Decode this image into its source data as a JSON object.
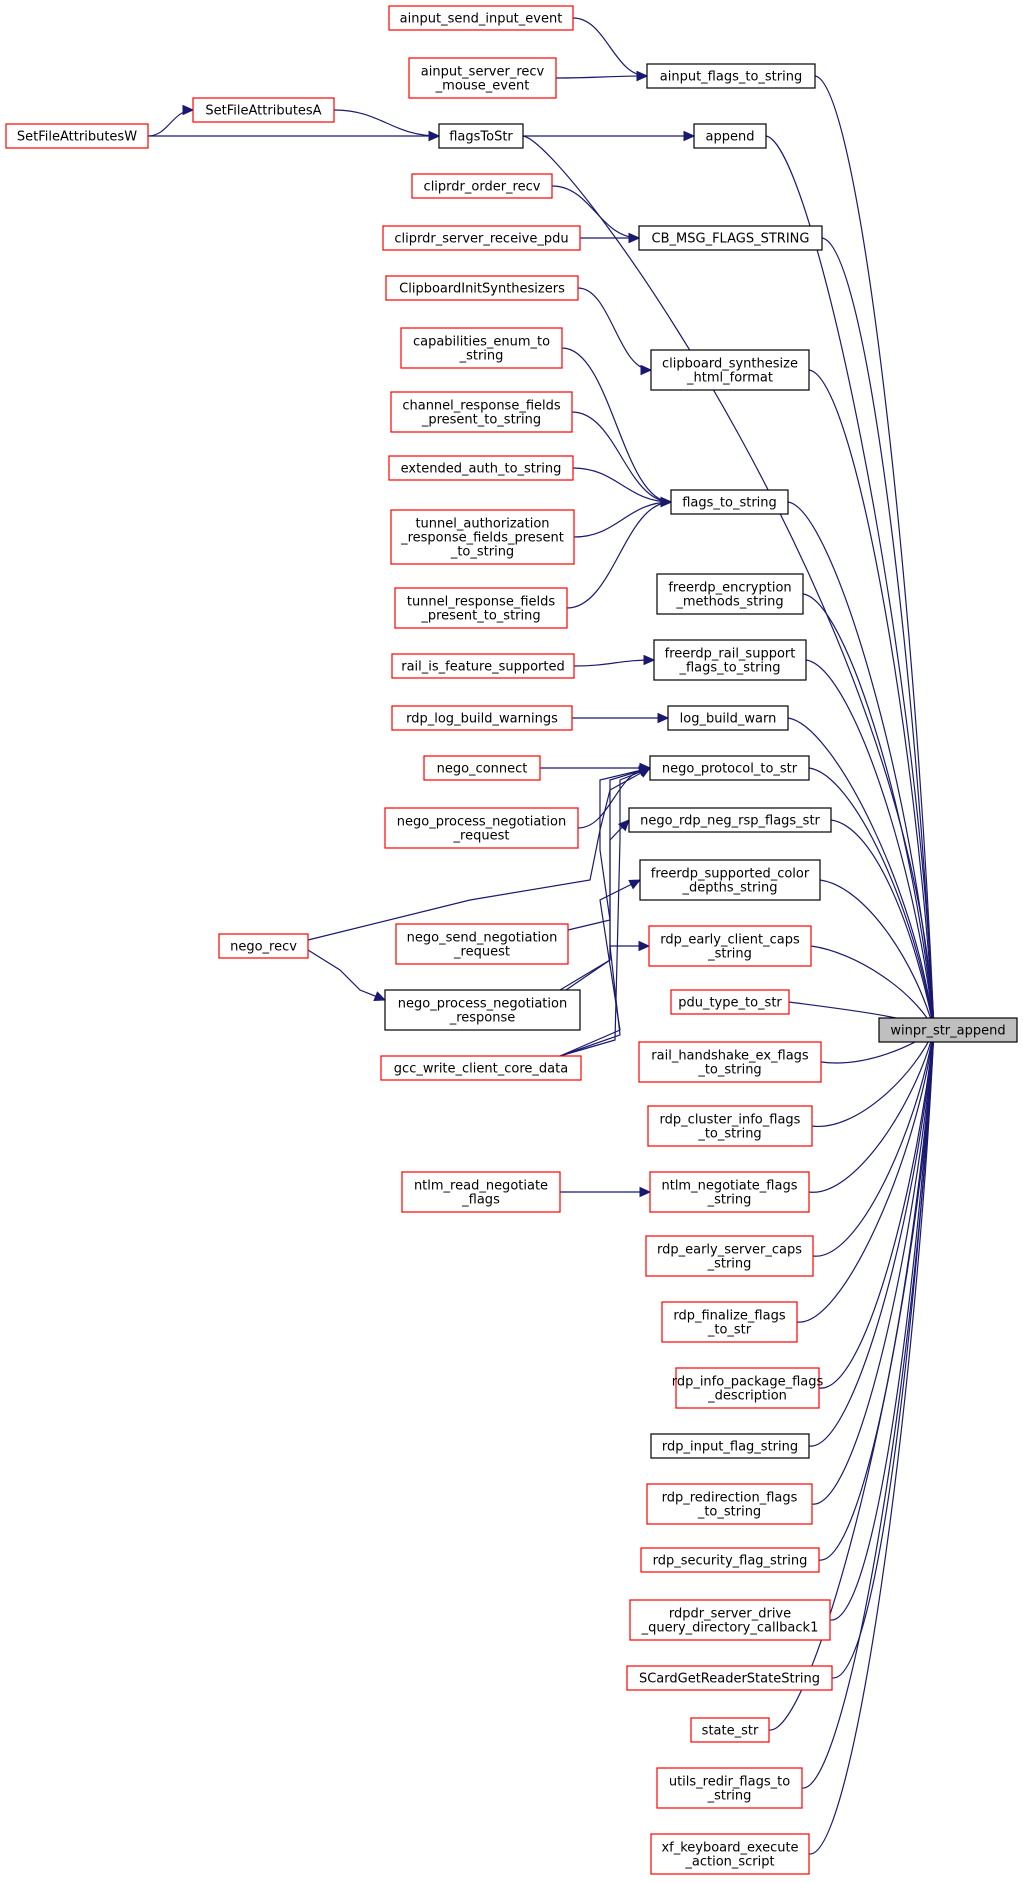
{
  "colors": {
    "edge": "#191970",
    "node_border_link": "#ff0000",
    "node_border_plain": "#000000",
    "root_fill": "#bfbfbf"
  },
  "nodes": {
    "ainput_send_input_event": {
      "lines": [
        "ainput_send_input_event"
      ],
      "kind": "link"
    },
    "ainput_server_recv_mouse_event": {
      "lines": [
        "ainput_server_recv",
        "_mouse_event"
      ],
      "kind": "link"
    },
    "ainput_flags_to_string": {
      "lines": [
        "ainput_flags_to_string"
      ],
      "kind": "plain"
    },
    "SetFileAttributesA": {
      "lines": [
        "SetFileAttributesA"
      ],
      "kind": "link"
    },
    "SetFileAttributesW": {
      "lines": [
        "SetFileAttributesW"
      ],
      "kind": "link"
    },
    "flagsToStr": {
      "lines": [
        "flagsToStr"
      ],
      "kind": "plain"
    },
    "append": {
      "lines": [
        "append"
      ],
      "kind": "plain"
    },
    "cliprdr_order_recv": {
      "lines": [
        "cliprdr_order_recv"
      ],
      "kind": "link"
    },
    "cliprdr_server_receive_pdu": {
      "lines": [
        "cliprdr_server_receive_pdu"
      ],
      "kind": "link"
    },
    "CB_MSG_FLAGS_STRING": {
      "lines": [
        "CB_MSG_FLAGS_STRING"
      ],
      "kind": "plain"
    },
    "ClipboardInitSynthesizers": {
      "lines": [
        "ClipboardInitSynthesizers"
      ],
      "kind": "link"
    },
    "clipboard_synthesize_html_format": {
      "lines": [
        "clipboard_synthesize",
        "_html_format"
      ],
      "kind": "plain"
    },
    "capabilities_enum_to_string": {
      "lines": [
        "capabilities_enum_to",
        "_string"
      ],
      "kind": "link"
    },
    "channel_response_fields_present_to_string": {
      "lines": [
        "channel_response_fields",
        "_present_to_string"
      ],
      "kind": "link"
    },
    "extended_auth_to_string": {
      "lines": [
        "extended_auth_to_string"
      ],
      "kind": "link"
    },
    "tunnel_authorization_response_fields_present_to_string": {
      "lines": [
        "tunnel_authorization",
        "_response_fields_present",
        "_to_string"
      ],
      "kind": "link"
    },
    "tunnel_response_fields_present_to_string": {
      "lines": [
        "tunnel_response_fields",
        "_present_to_string"
      ],
      "kind": "link"
    },
    "flags_to_string": {
      "lines": [
        "flags_to_string"
      ],
      "kind": "plain"
    },
    "freerdp_encryption_methods_string": {
      "lines": [
        "freerdp_encryption",
        "_methods_string"
      ],
      "kind": "plain"
    },
    "rail_is_feature_supported": {
      "lines": [
        "rail_is_feature_supported"
      ],
      "kind": "link"
    },
    "freerdp_rail_support_flags_to_string": {
      "lines": [
        "freerdp_rail_support",
        "_flags_to_string"
      ],
      "kind": "plain"
    },
    "rdp_log_build_warnings": {
      "lines": [
        "rdp_log_build_warnings"
      ],
      "kind": "link"
    },
    "log_build_warn": {
      "lines": [
        "log_build_warn"
      ],
      "kind": "plain"
    },
    "nego_connect": {
      "lines": [
        "nego_connect"
      ],
      "kind": "link"
    },
    "nego_protocol_to_str": {
      "lines": [
        "nego_protocol_to_str"
      ],
      "kind": "plain"
    },
    "nego_process_negotiation_request": {
      "lines": [
        "nego_process_negotiation",
        "_request"
      ],
      "kind": "link"
    },
    "nego_rdp_neg_rsp_flags_str": {
      "lines": [
        "nego_rdp_neg_rsp_flags_str"
      ],
      "kind": "plain"
    },
    "nego_recv": {
      "lines": [
        "nego_recv"
      ],
      "kind": "link"
    },
    "nego_send_negotiation_request": {
      "lines": [
        "nego_send_negotiation",
        "_request"
      ],
      "kind": "link"
    },
    "nego_process_negotiation_response": {
      "lines": [
        "nego_process_negotiation",
        "_response"
      ],
      "kind": "plain"
    },
    "gcc_write_client_core_data": {
      "lines": [
        "gcc_write_client_core_data"
      ],
      "kind": "link"
    },
    "freerdp_supported_color_depths_string": {
      "lines": [
        "freerdp_supported_color",
        "_depths_string"
      ],
      "kind": "plain"
    },
    "rdp_early_client_caps_string": {
      "lines": [
        "rdp_early_client_caps",
        "_string"
      ],
      "kind": "link"
    },
    "pdu_type_to_str": {
      "lines": [
        "pdu_type_to_str"
      ],
      "kind": "link"
    },
    "winpr_str_append": {
      "lines": [
        "winpr_str_append"
      ],
      "kind": "root"
    },
    "rail_handshake_ex_flags_to_string": {
      "lines": [
        "rail_handshake_ex_flags",
        "_to_string"
      ],
      "kind": "link"
    },
    "rdp_cluster_info_flags_to_string": {
      "lines": [
        "rdp_cluster_info_flags",
        "_to_string"
      ],
      "kind": "link"
    },
    "ntlm_read_negotiate_flags": {
      "lines": [
        "ntlm_read_negotiate",
        "_flags"
      ],
      "kind": "link"
    },
    "ntlm_negotiate_flags_string": {
      "lines": [
        "ntlm_negotiate_flags",
        "_string"
      ],
      "kind": "link"
    },
    "rdp_early_server_caps_string": {
      "lines": [
        "rdp_early_server_caps",
        "_string"
      ],
      "kind": "link"
    },
    "rdp_finalize_flags_to_str": {
      "lines": [
        "rdp_finalize_flags",
        "_to_str"
      ],
      "kind": "link"
    },
    "rdp_info_package_flags_description": {
      "lines": [
        "rdp_info_package_flags",
        "_description"
      ],
      "kind": "link"
    },
    "rdp_input_flag_string": {
      "lines": [
        "rdp_input_flag_string"
      ],
      "kind": "plain"
    },
    "rdp_redirection_flags_to_string": {
      "lines": [
        "rdp_redirection_flags",
        "_to_string"
      ],
      "kind": "link"
    },
    "rdp_security_flag_string": {
      "lines": [
        "rdp_security_flag_string"
      ],
      "kind": "link"
    },
    "rdpdr_server_drive_query_directory_callback1": {
      "lines": [
        "rdpdr_server_drive",
        "_query_directory_callback1"
      ],
      "kind": "link"
    },
    "SCardGetReaderStateString": {
      "lines": [
        "SCardGetReaderStateString"
      ],
      "kind": "link"
    },
    "state_str": {
      "lines": [
        "state_str"
      ],
      "kind": "link"
    },
    "utils_redir_flags_to_string": {
      "lines": [
        "utils_redir_flags_to",
        "_string"
      ],
      "kind": "link"
    },
    "xf_keyboard_execute_action_script": {
      "lines": [
        "xf_keyboard_execute",
        "_action_script"
      ],
      "kind": "link"
    }
  },
  "edges": [
    [
      "ainput_send_input_event",
      "ainput_flags_to_string"
    ],
    [
      "ainput_server_recv_mouse_event",
      "ainput_flags_to_string"
    ],
    [
      "SetFileAttributesW",
      "SetFileAttributesA"
    ],
    [
      "SetFileAttributesA",
      "flagsToStr"
    ],
    [
      "SetFileAttributesW",
      "flagsToStr"
    ],
    [
      "flagsToStr",
      "append"
    ],
    [
      "cliprdr_order_recv",
      "CB_MSG_FLAGS_STRING"
    ],
    [
      "cliprdr_server_receive_pdu",
      "CB_MSG_FLAGS_STRING"
    ],
    [
      "ClipboardInitSynthesizers",
      "clipboard_synthesize_html_format"
    ],
    [
      "capabilities_enum_to_string",
      "flags_to_string"
    ],
    [
      "channel_response_fields_present_to_string",
      "flags_to_string"
    ],
    [
      "extended_auth_to_string",
      "flags_to_string"
    ],
    [
      "tunnel_authorization_response_fields_present_to_string",
      "flags_to_string"
    ],
    [
      "tunnel_response_fields_present_to_string",
      "flags_to_string"
    ],
    [
      "rail_is_feature_supported",
      "freerdp_rail_support_flags_to_string"
    ],
    [
      "rdp_log_build_warnings",
      "log_build_warn"
    ],
    [
      "nego_connect",
      "nego_protocol_to_str"
    ],
    [
      "nego_process_negotiation_request",
      "nego_protocol_to_str"
    ],
    [
      "nego_recv",
      "nego_protocol_to_str"
    ],
    [
      "nego_send_negotiation_request",
      "nego_protocol_to_str"
    ],
    [
      "nego_process_negotiation_response",
      "nego_protocol_to_str"
    ],
    [
      "gcc_write_client_core_data",
      "nego_protocol_to_str"
    ],
    [
      "nego_recv",
      "nego_process_negotiation_response"
    ],
    [
      "nego_process_negotiation_response",
      "nego_rdp_neg_rsp_flags_str"
    ],
    [
      "gcc_write_client_core_data",
      "freerdp_supported_color_depths_string"
    ],
    [
      "gcc_write_client_core_data",
      "rdp_early_client_caps_string"
    ],
    [
      "ntlm_read_negotiate_flags",
      "ntlm_negotiate_flags_string"
    ],
    [
      "ainput_flags_to_string",
      "winpr_str_append"
    ],
    [
      "append",
      "winpr_str_append"
    ],
    [
      "flagsToStr",
      "winpr_str_append"
    ],
    [
      "CB_MSG_FLAGS_STRING",
      "winpr_str_append"
    ],
    [
      "clipboard_synthesize_html_format",
      "winpr_str_append"
    ],
    [
      "flags_to_string",
      "winpr_str_append"
    ],
    [
      "freerdp_encryption_methods_string",
      "winpr_str_append"
    ],
    [
      "freerdp_rail_support_flags_to_string",
      "winpr_str_append"
    ],
    [
      "log_build_warn",
      "winpr_str_append"
    ],
    [
      "nego_protocol_to_str",
      "winpr_str_append"
    ],
    [
      "nego_rdp_neg_rsp_flags_str",
      "winpr_str_append"
    ],
    [
      "freerdp_supported_color_depths_string",
      "winpr_str_append"
    ],
    [
      "rdp_early_client_caps_string",
      "winpr_str_append"
    ],
    [
      "pdu_type_to_str",
      "winpr_str_append"
    ],
    [
      "rail_handshake_ex_flags_to_string",
      "winpr_str_append"
    ],
    [
      "rdp_cluster_info_flags_to_string",
      "winpr_str_append"
    ],
    [
      "ntlm_negotiate_flags_string",
      "winpr_str_append"
    ],
    [
      "rdp_early_server_caps_string",
      "winpr_str_append"
    ],
    [
      "rdp_finalize_flags_to_str",
      "winpr_str_append"
    ],
    [
      "rdp_info_package_flags_description",
      "winpr_str_append"
    ],
    [
      "rdp_input_flag_string",
      "winpr_str_append"
    ],
    [
      "rdp_redirection_flags_to_string",
      "winpr_str_append"
    ],
    [
      "rdp_security_flag_string",
      "winpr_str_append"
    ],
    [
      "rdpdr_server_drive_query_directory_callback1",
      "winpr_str_append"
    ],
    [
      "SCardGetReaderStateString",
      "winpr_str_append"
    ],
    [
      "state_str",
      "winpr_str_append"
    ],
    [
      "utils_redir_flags_to_string",
      "winpr_str_append"
    ],
    [
      "xf_keyboard_execute_action_script",
      "winpr_str_append"
    ]
  ]
}
